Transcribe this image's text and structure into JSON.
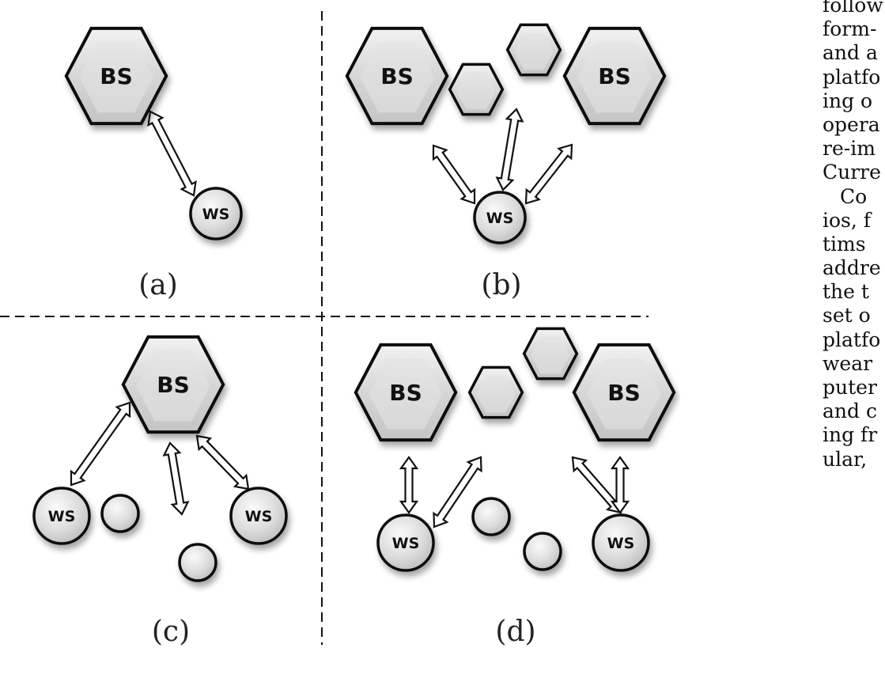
{
  "figure": {
    "panels": [
      {
        "id": "a",
        "label": "(a)",
        "nodes": [
          {
            "type": "base-station",
            "label": "BS",
            "size": "large"
          },
          {
            "type": "wearable-sensor",
            "label": "WS",
            "size": "large"
          }
        ],
        "links": [
          [
            "BS",
            "WS"
          ]
        ]
      },
      {
        "id": "b",
        "label": "(b)",
        "nodes": [
          {
            "type": "base-station",
            "label": "BS",
            "size": "large"
          },
          {
            "type": "base-station",
            "label": "",
            "size": "small"
          },
          {
            "type": "base-station",
            "label": "",
            "size": "small"
          },
          {
            "type": "base-station",
            "label": "BS",
            "size": "large"
          },
          {
            "type": "wearable-sensor",
            "label": "WS",
            "size": "large"
          }
        ],
        "links": [
          [
            "BS-left",
            "WS"
          ],
          [
            "small-top",
            "WS"
          ],
          [
            "BS-right",
            "WS"
          ]
        ]
      },
      {
        "id": "c",
        "label": "(c)",
        "nodes": [
          {
            "type": "base-station",
            "label": "BS",
            "size": "large"
          },
          {
            "type": "wearable-sensor",
            "label": "WS",
            "size": "large"
          },
          {
            "type": "wearable-sensor",
            "label": "",
            "size": "small"
          },
          {
            "type": "wearable-sensor",
            "label": "",
            "size": "small"
          },
          {
            "type": "wearable-sensor",
            "label": "WS",
            "size": "large"
          }
        ],
        "links": [
          [
            "BS",
            "WS-left"
          ],
          [
            "BS",
            "small-bottom"
          ],
          [
            "BS",
            "WS-right"
          ]
        ]
      },
      {
        "id": "d",
        "label": "(d)",
        "nodes": [
          {
            "type": "base-station",
            "label": "BS",
            "size": "large"
          },
          {
            "type": "base-station",
            "label": "",
            "size": "small"
          },
          {
            "type": "base-station",
            "label": "",
            "size": "small"
          },
          {
            "type": "base-station",
            "label": "BS",
            "size": "large"
          },
          {
            "type": "wearable-sensor",
            "label": "WS",
            "size": "large"
          },
          {
            "type": "wearable-sensor",
            "label": "",
            "size": "small"
          },
          {
            "type": "wearable-sensor",
            "label": "",
            "size": "small"
          },
          {
            "type": "wearable-sensor",
            "label": "WS",
            "size": "large"
          }
        ],
        "links": [
          [
            "BS-left",
            "WS-left"
          ],
          [
            "small-left",
            "WS-left"
          ],
          [
            "small-top",
            "WS-right"
          ],
          [
            "BS-right",
            "WS-right"
          ]
        ]
      }
    ]
  },
  "body_text": {
    "lines": [
      "follow",
      "form-",
      "and a",
      "platfo",
      "ing o",
      "opera",
      "re-im",
      "Curre",
      "Co",
      "ios, f",
      "tims",
      "addre",
      "the t",
      "set o",
      "platfo",
      "wear",
      "puter",
      "and c",
      "ing fr",
      "ular,"
    ]
  },
  "colors": {
    "node_fill_light": "#e8e8e8",
    "node_fill_dark": "#bdbdbd",
    "outline": "#111111",
    "divider": "#111111"
  }
}
